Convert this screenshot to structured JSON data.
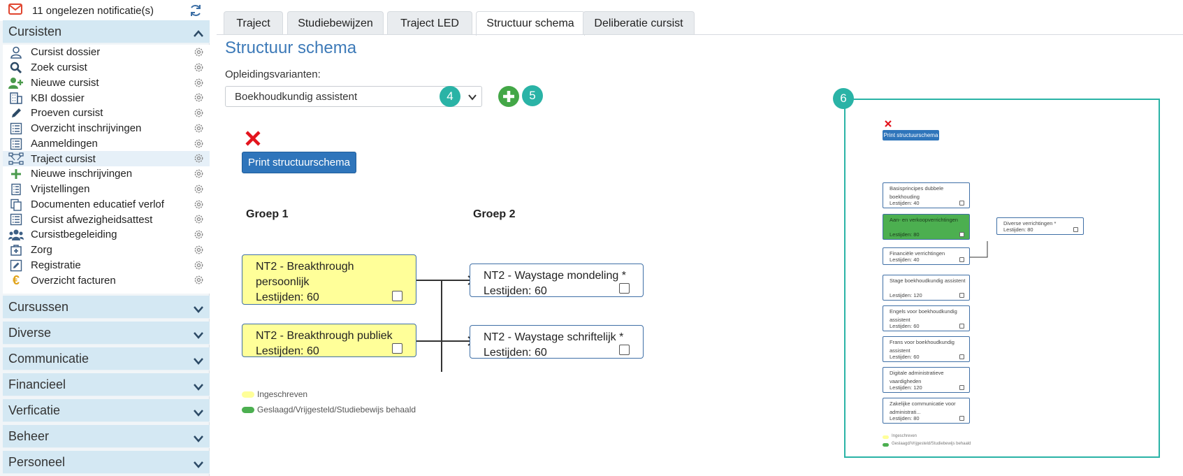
{
  "sidebar": {
    "notification": "11 ongelezen notificatie(s)",
    "active_section": "Cursisten",
    "items": [
      {
        "label": "Cursist dossier",
        "icon": "user-icon"
      },
      {
        "label": "Zoek cursist",
        "icon": "search-icon"
      },
      {
        "label": "Nieuwe cursist",
        "icon": "user-plus-icon"
      },
      {
        "label": "KBI dossier",
        "icon": "building-icon"
      },
      {
        "label": "Proeven cursist",
        "icon": "pencil-icon"
      },
      {
        "label": "Overzicht inschrijvingen",
        "icon": "list-icon"
      },
      {
        "label": "Aanmeldingen",
        "icon": "list-icon"
      },
      {
        "label": "Traject cursist",
        "icon": "network-icon"
      },
      {
        "label": "Nieuwe inschrijvingen",
        "icon": "plus-icon"
      },
      {
        "label": "Vrijstellingen",
        "icon": "clipboard-list-icon"
      },
      {
        "label": "Documenten educatief verlof",
        "icon": "copy-icon"
      },
      {
        "label": "Cursist afwezigheidsattest",
        "icon": "list-icon"
      },
      {
        "label": "Cursistbegeleiding",
        "icon": "users-icon"
      },
      {
        "label": "Zorg",
        "icon": "medkit-icon"
      },
      {
        "label": "Registratie",
        "icon": "edit-icon"
      },
      {
        "label": "Overzicht facturen",
        "icon": "euro-icon"
      }
    ],
    "sections": [
      "Cursussen",
      "Diverse",
      "Communicatie",
      "Financieel",
      "Verficatie",
      "Beheer",
      "Personeel"
    ]
  },
  "tabs": [
    "Traject",
    "Studiebewijzen",
    "Traject LED",
    "Structuur schema",
    "Deliberatie cursist"
  ],
  "active_tab": "Structuur schema",
  "page_title": "Structuur schema",
  "variant_label": "Opleidingsvarianten:",
  "variant_selected": "Boekhoudkundig assistent",
  "badges": {
    "b4": "4",
    "b5": "5",
    "b6": "6"
  },
  "print_label": "Print structuurschema",
  "groups": [
    "Groep 1",
    "Groep 2"
  ],
  "courses": [
    {
      "name": "NT2 - Breakthrough persoonlijk",
      "hours": "Lestijden: 60",
      "status": "ingeschreven"
    },
    {
      "name": "NT2 - Breakthrough publiek",
      "hours": "Lestijden: 60",
      "status": "ingeschreven"
    },
    {
      "name": "NT2 - Waystage mondeling *",
      "hours": "Lestijden: 60",
      "status": "none"
    },
    {
      "name": "NT2 - Waystage schriftelijk *",
      "hours": "Lestijden: 60",
      "status": "none"
    }
  ],
  "legend": [
    {
      "label": "Ingeschreven",
      "color": "#ffff99"
    },
    {
      "label": "Geslaagd/Vrijgesteld/Studiebewijs behaald",
      "color": "#4caf50"
    }
  ],
  "preview": {
    "print_label": "Print structuurschema",
    "courses": [
      {
        "name": "Basisprincipes dubbele boekhouding",
        "hours": "Lestijden: 40"
      },
      {
        "name": "Aan- en verkoopverrichtingen",
        "hours": "Lestijden: 80"
      },
      {
        "name": "Financiële verrichtingen",
        "hours": "Lestijden: 40"
      },
      {
        "name": "Stage boekhoudkundig assistent",
        "hours": "Lestijden: 120"
      },
      {
        "name": "Engels voor boekhoudkundig assistent",
        "hours": "Lestijden: 60"
      },
      {
        "name": "Frans voor boekhoudkundig assistent",
        "hours": "Lestijden: 60"
      },
      {
        "name": "Digitale administratieve vaardigheden",
        "hours": "Lestijden: 120"
      },
      {
        "name": "Zakelijke communicatie voor administrati...",
        "hours": "Lestijden: 80"
      },
      {
        "name": "Diverse verrichtingen *",
        "hours": "Lestijden: 80"
      }
    ],
    "legend": [
      "Ingeschreven",
      "Geslaagd/Vrijgesteld/Studiebewijs behaald"
    ]
  },
  "colors": {
    "accent": "#3d7ab8",
    "section": "#d4e8f3",
    "badge": "#2ab3a6",
    "enrolled": "#ffff99",
    "passed": "#4caf50"
  }
}
